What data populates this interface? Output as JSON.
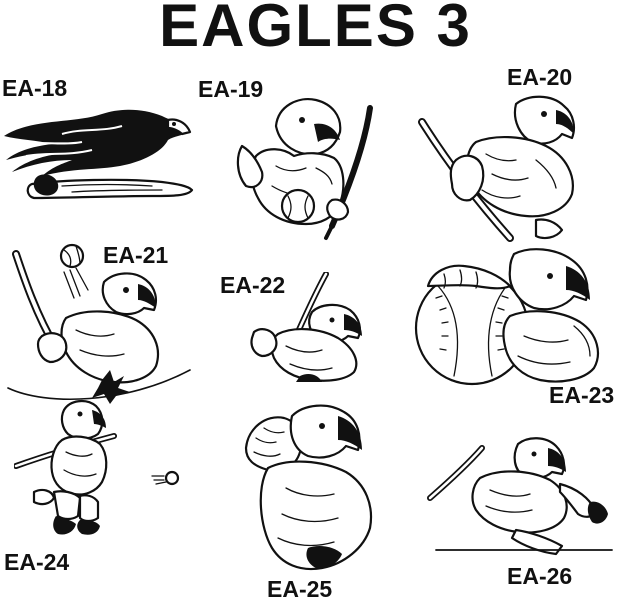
{
  "header": {
    "title": "EAGLES 3"
  },
  "items": [
    {
      "code": "EA-18",
      "icon": "eagle-flames-bat-icon"
    },
    {
      "code": "EA-19",
      "icon": "eagle-batter-front-icon"
    },
    {
      "code": "EA-20",
      "icon": "eagle-muscle-bat-icon"
    },
    {
      "code": "EA-21",
      "icon": "eagle-swinging-icon"
    },
    {
      "code": "EA-22",
      "icon": "eagle-batter-small-icon"
    },
    {
      "code": "EA-23",
      "icon": "eagle-holding-ball-icon"
    },
    {
      "code": "EA-24",
      "icon": "eagle-kid-batter-icon"
    },
    {
      "code": "EA-25",
      "icon": "eagle-catcher-icon"
    },
    {
      "code": "EA-26",
      "icon": "eagle-sliding-batter-icon"
    }
  ],
  "colors": {
    "ink": "#111111",
    "background": "#ffffff"
  }
}
